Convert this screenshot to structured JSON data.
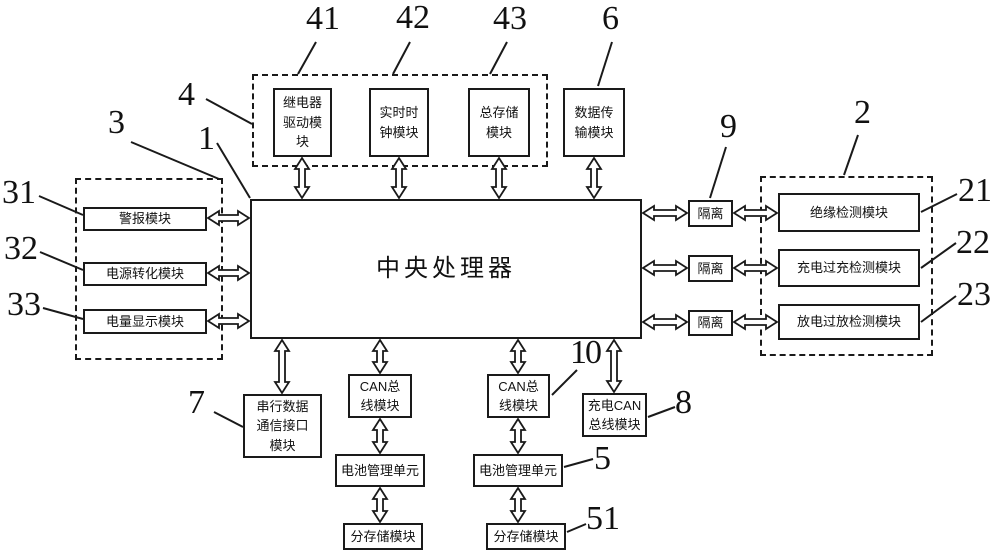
{
  "figure": {
    "cpu": {
      "ref": "1",
      "label": "中央处理器"
    },
    "groups": {
      "top": {
        "ref": "4"
      },
      "left": {
        "ref": "3"
      },
      "right": {
        "ref": "2"
      }
    },
    "modules": {
      "relay_drive": {
        "ref": "41",
        "label": "继电器驱动模块"
      },
      "rtc": {
        "ref": "42",
        "label": "实时时钟模块"
      },
      "main_storage": {
        "ref": "43",
        "label": "总存储模块"
      },
      "data_transmission": {
        "ref": "6",
        "label": "数据传输模块"
      },
      "alarm": {
        "ref": "31",
        "label": "警报模块"
      },
      "power_conversion": {
        "ref": "32",
        "label": "电源转化模块"
      },
      "battery_display": {
        "ref": "33",
        "label": "电量显示模块"
      },
      "isolation": {
        "ref": "9",
        "label": "隔离"
      },
      "insulation_detect": {
        "ref": "21",
        "label": "绝缘检测模块"
      },
      "overcharge_detect": {
        "ref": "22",
        "label": "充电过充检测模块"
      },
      "overdischarge_detect": {
        "ref": "23",
        "label": "放电过放检测模块"
      },
      "serial_interface": {
        "ref": "7",
        "label": "串行数据通信接口模块"
      },
      "can_bus_left": {
        "label": "CAN总线模块"
      },
      "can_bus_right": {
        "ref": "10",
        "label": "CAN总线模块"
      },
      "charge_can_bus": {
        "ref": "8",
        "label": "充电CAN总线模块"
      },
      "bmu_left": {
        "label": "电池管理单元"
      },
      "bmu_right": {
        "ref": "5",
        "label": "电池管理单元"
      },
      "sub_storage_left": {
        "label": "分存储模块"
      },
      "sub_storage_right": {
        "ref": "51",
        "label": "分存储模块"
      }
    }
  }
}
